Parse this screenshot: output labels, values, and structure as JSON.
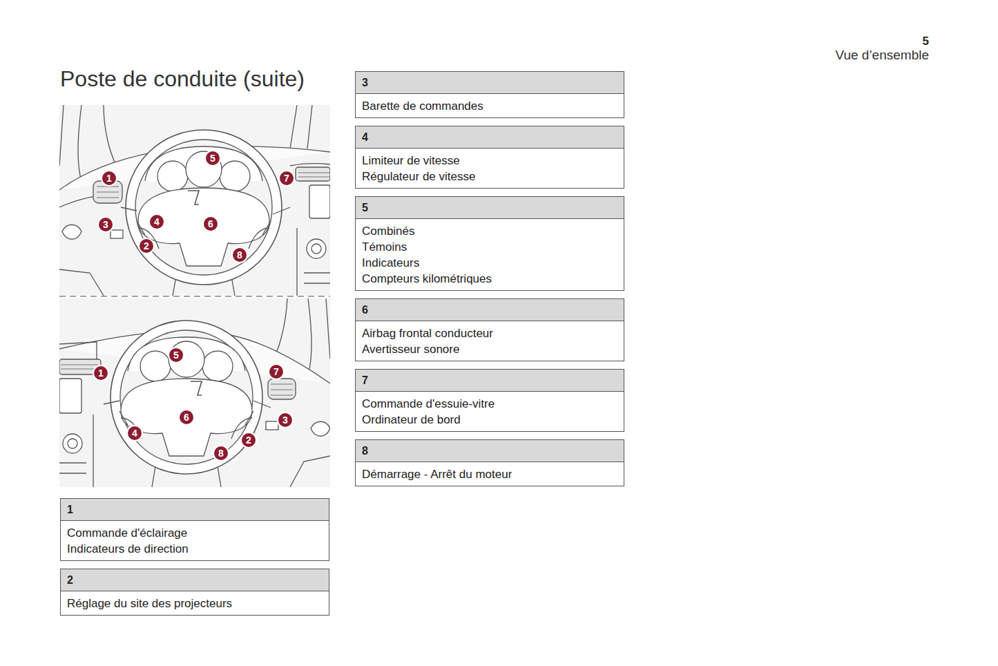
{
  "diagram": {
    "title": "Poste de conduite (suite)",
    "nodes": [
      {
        "text": [
          "1",
          "Commande d'éclairage",
          "Indicateurs de direction"
        ]
      },
      {
        "text": [
          "2",
          "Réglage du site des projecteurs"
        ]
      },
      {
        "text": [
          "3",
          "Barette de commandes"
        ]
      },
      {
        "text": [
          "4",
          "Limiteur de vitesse",
          "Régulateur de vitesse"
        ]
      },
      {
        "text": [
          "5",
          "Combinés",
          "Témoins",
          "Indicateurs",
          "Compteurs kilométriques"
        ]
      },
      {
        "text": [
          "6",
          "Airbag frontal conducteur",
          "Avertisseur sonore"
        ]
      },
      {
        "text": [
          "7",
          "Commande d'essuie-vitre",
          "Ordinateur de bord"
        ]
      },
      {
        "text": [
          "8",
          "Démarrage - Arrêt du moteur"
        ]
      }
    ],
    "labels": [
      "5",
      "Vue d’ensemble",
      "5",
      "1",
      "7",
      "3",
      "4",
      "6",
      "2",
      "8",
      "5",
      "1",
      "7",
      "6",
      "3",
      "4",
      "2",
      "8"
    ]
  }
}
